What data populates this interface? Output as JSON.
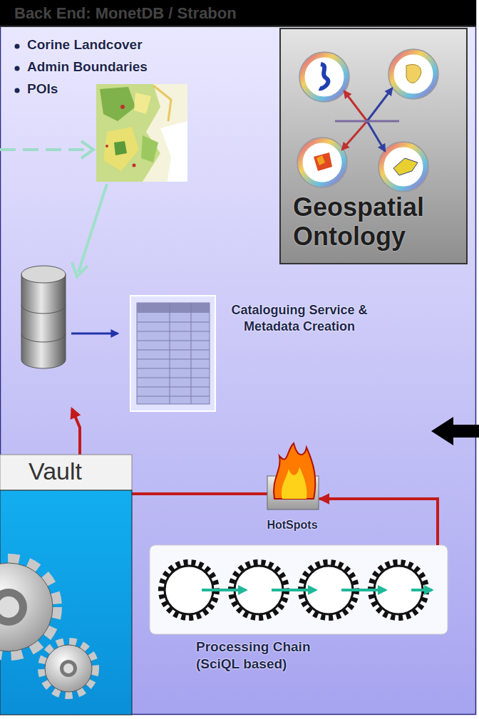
{
  "diagram": {
    "nodes": [
      {
        "text": [
          "Back End: MonetDB / Strabon"
        ]
      },
      {
        "text": [
          "Geospatial Ontology"
        ],
        "in": 0
      },
      {
        "text": [
          "Cataloguing Service & Metadata Creation"
        ],
        "in": 0
      },
      {
        "text": [
          "HotSpots"
        ],
        "in": 0
      },
      {
        "text": [
          "Processing Chain (SciQL based)"
        ],
        "in": 0
      },
      {
        "text": [
          "Vault"
        ]
      }
    ],
    "edges": [
      {
        "from": 4,
        "to": 3,
        "arrow": "to"
      }
    ],
    "labels": [
      "Corine Landcover",
      "Admin Boundaries",
      "POIs"
    ]
  }
}
